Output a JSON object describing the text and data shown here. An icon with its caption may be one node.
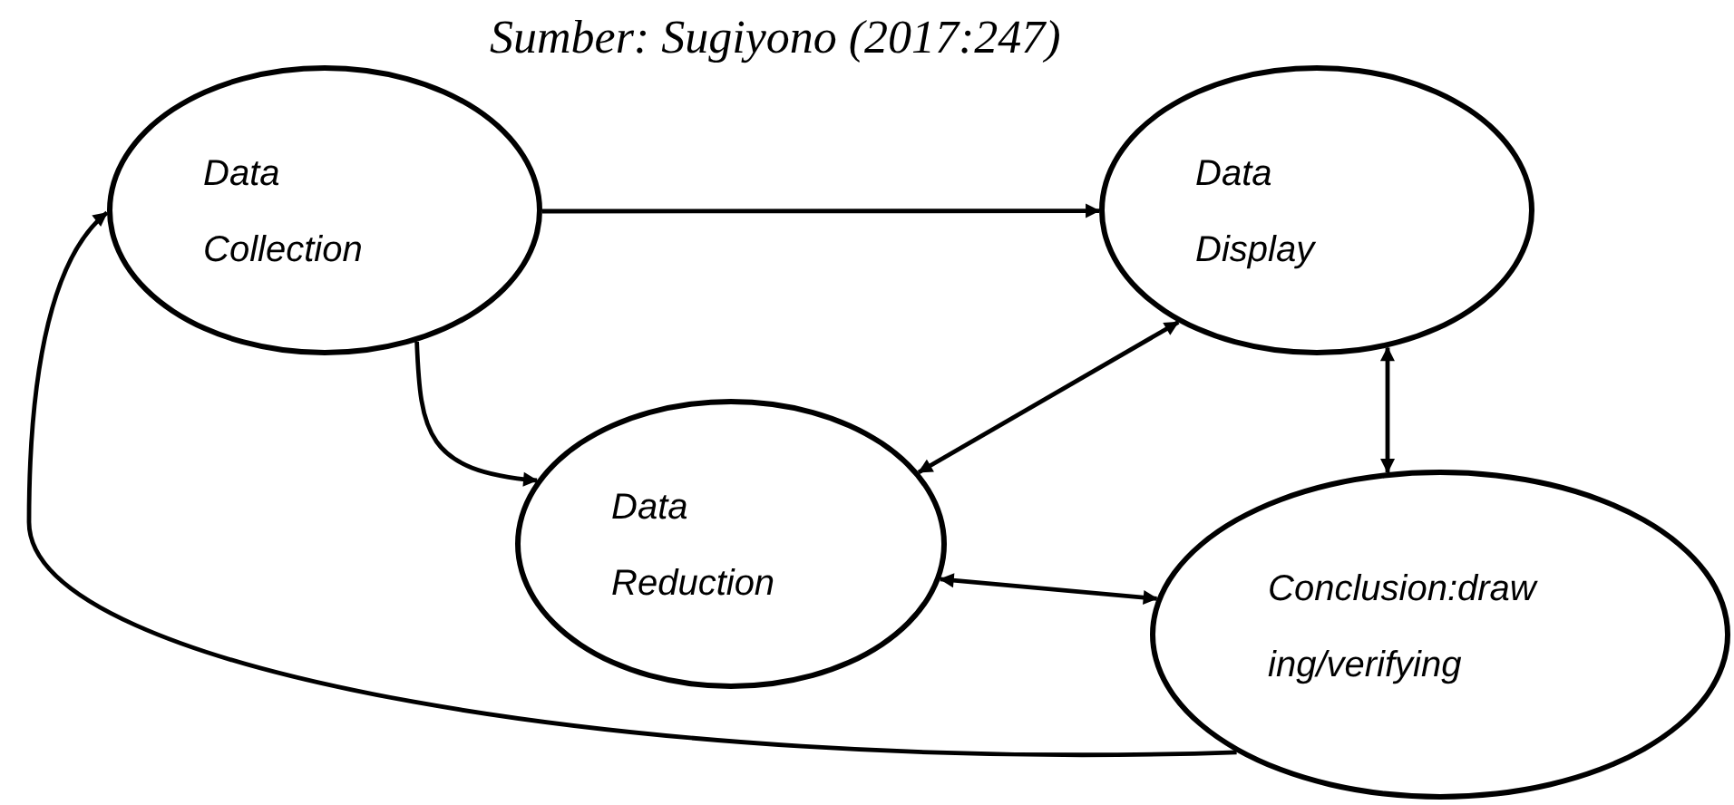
{
  "diagram": {
    "caption": "Sumber: Sugiyono (2017:247)",
    "nodes": [
      {
        "text": [
          "Data Collection"
        ]
      },
      {
        "text": [
          "Data Display"
        ]
      },
      {
        "text": [
          "Data Reduction"
        ]
      },
      {
        "text": [
          "Conclusion:drawing/verifying"
        ]
      }
    ],
    "edges": [
      {
        "from": 0,
        "to": 1,
        "arrow": "to"
      },
      {
        "from": 0,
        "to": 2,
        "arrow": "to"
      },
      {
        "from": 2,
        "to": 1,
        "arrow": "both"
      },
      {
        "from": 1,
        "to": 3,
        "arrow": "both"
      },
      {
        "from": 2,
        "to": 3,
        "arrow": "both"
      },
      {
        "from": 3,
        "to": 0,
        "arrow": "to"
      }
    ]
  }
}
